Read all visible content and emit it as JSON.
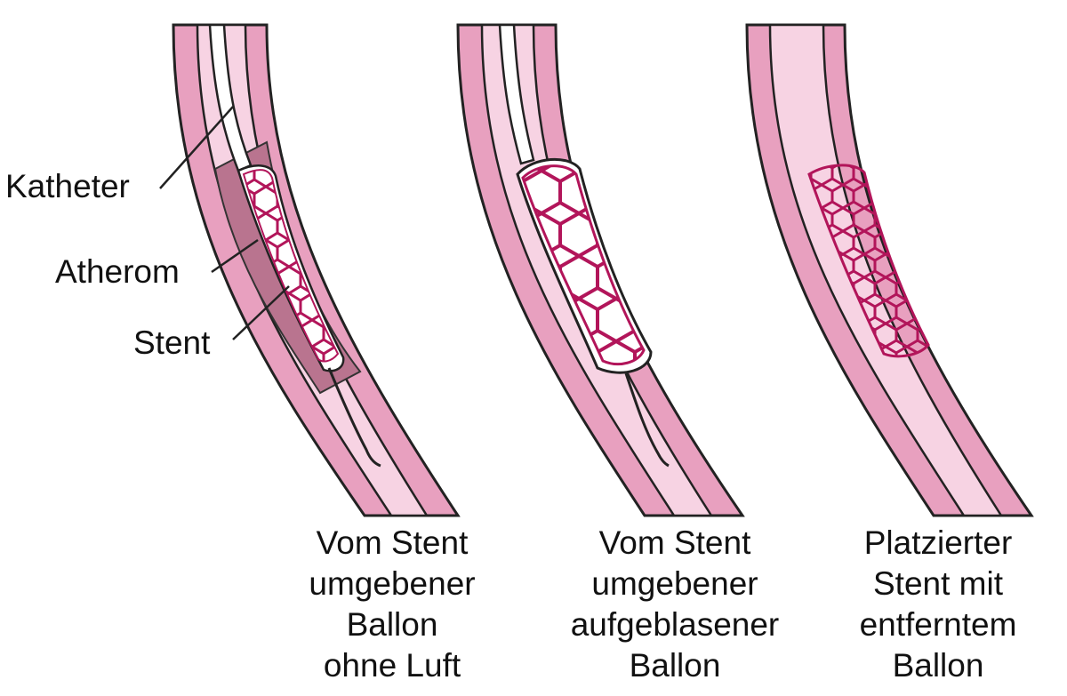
{
  "labels": {
    "catheter": "Katheter",
    "atheroma": "Atherom",
    "stent": "Stent"
  },
  "captions": [
    {
      "lines": [
        "Vom Stent",
        "umgebener",
        "Ballon",
        "ohne Luft"
      ]
    },
    {
      "lines": [
        "Vom Stent",
        "umgebener",
        "aufgeblasener",
        "Ballon"
      ]
    },
    {
      "lines": [
        "Platzierter",
        "Stent mit",
        "entferntem",
        "Ballon"
      ]
    }
  ],
  "colors": {
    "vessel_wall": "#e8a0bf",
    "vessel_lumen": "#f7d3e3",
    "atheroma": "#b9748f",
    "stent_struts": "#b2155a",
    "balloon": "#ffffff",
    "outline": "#222222"
  }
}
